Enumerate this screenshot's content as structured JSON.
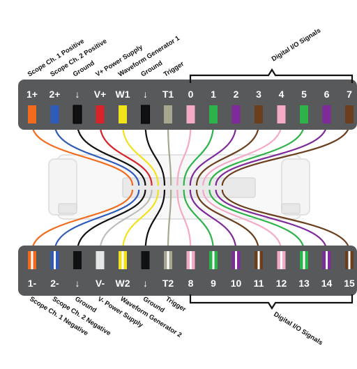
{
  "top_connector": {
    "pins": [
      {
        "label": "1+",
        "name": "Scope Ch. 1 Positive",
        "color": "#F26B1D",
        "stripe": false
      },
      {
        "label": "2+",
        "name": "Scope Ch. 2 Positive",
        "color": "#2E5BBA",
        "stripe": false
      },
      {
        "label": "↓",
        "name": "Ground",
        "color": "#111111",
        "stripe": false
      },
      {
        "label": "V+",
        "name": "V+ Power Supply",
        "color": "#D8232A",
        "stripe": false
      },
      {
        "label": "W1",
        "name": "Waveform Generator 1",
        "color": "#F2E21B",
        "stripe": false
      },
      {
        "label": "↓",
        "name": "Ground",
        "color": "#111111",
        "stripe": false
      },
      {
        "label": "T1",
        "name": "Trigger",
        "color": "#A7A78F",
        "stripe": false
      },
      {
        "label": "0",
        "color": "#F4A9C6",
        "stripe": false
      },
      {
        "label": "1",
        "color": "#2DB34A",
        "stripe": false
      },
      {
        "label": "2",
        "color": "#7F2A9B",
        "stripe": false
      },
      {
        "label": "3",
        "color": "#6B3F1D",
        "stripe": false
      },
      {
        "label": "4",
        "color": "#F4A9C6",
        "stripe": false
      },
      {
        "label": "5",
        "color": "#2DB34A",
        "stripe": false
      },
      {
        "label": "6",
        "color": "#7F2A9B",
        "stripe": false
      },
      {
        "label": "7",
        "color": "#6B3F1D",
        "stripe": false
      }
    ],
    "group_label": "Digital I/O Signals"
  },
  "bottom_connector": {
    "pins": [
      {
        "label": "1-",
        "name": "Scope Ch. 1 Negative",
        "color": "#F26B1D",
        "stripe": true
      },
      {
        "label": "2-",
        "name": "Scope Ch. 2 Negative",
        "color": "#2E5BBA",
        "stripe": true
      },
      {
        "label": "↓",
        "name": "Ground",
        "color": "#111111",
        "stripe": false
      },
      {
        "label": "V-",
        "name": "V- Power Supply",
        "color": "#E6E6E6",
        "stripe": false
      },
      {
        "label": "W2",
        "name": "Waveform Generator 2",
        "color": "#F2E21B",
        "stripe": true
      },
      {
        "label": "↓",
        "name": "Ground",
        "color": "#111111",
        "stripe": false
      },
      {
        "label": "T2",
        "name": "Trigger",
        "color": "#A7A78F",
        "stripe": true
      },
      {
        "label": "8",
        "color": "#F4A9C6",
        "stripe": true
      },
      {
        "label": "9",
        "color": "#2DB34A",
        "stripe": true
      },
      {
        "label": "10",
        "color": "#7F2A9B",
        "stripe": true
      },
      {
        "label": "11",
        "color": "#6B3F1D",
        "stripe": true
      },
      {
        "label": "12",
        "color": "#F4A9C6",
        "stripe": true
      },
      {
        "label": "13",
        "color": "#2DB34A",
        "stripe": true
      },
      {
        "label": "14",
        "color": "#7F2A9B",
        "stripe": true
      },
      {
        "label": "15",
        "color": "#6B3F1D",
        "stripe": true
      }
    ],
    "group_label": "Digital I/O Signals"
  },
  "colors": {
    "connector_body": "#58595B",
    "device_outline": "#C9CBCC"
  }
}
